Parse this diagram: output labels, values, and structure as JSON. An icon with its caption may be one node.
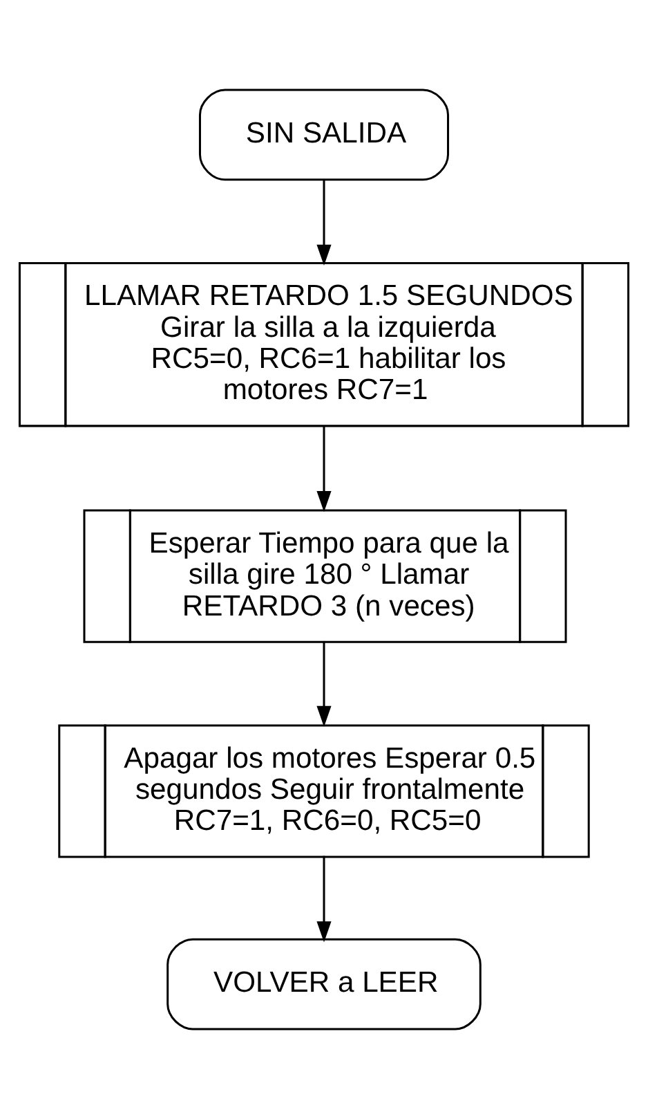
{
  "diagram": {
    "nodes": [
      {
        "text": [
          "SIN SALIDA"
        ]
      },
      {
        "text": [
          "LLAMAR RETARDO 1.5 SEGUNDOS Girar la silla a la izquierda RC5=0, RC6=1 habilitar los motores RC7=1"
        ]
      },
      {
        "text": [
          "Esperar Tiempo para que la silla gire 180 ° Llamar RETARDO 3 (n veces)"
        ]
      },
      {
        "text": [
          "Apagar los motores Esperar 0.5 segundos Seguir frontalmente RC7=1, RC6=0, RC5=0"
        ]
      },
      {
        "text": [
          "VOLVER a LEER"
        ]
      }
    ],
    "edges": [
      {
        "from": 0,
        "to": 1,
        "arrow": "to"
      },
      {
        "from": 1,
        "to": 2,
        "arrow": "to"
      },
      {
        "from": 2,
        "to": 3,
        "arrow": "to"
      },
      {
        "from": 3,
        "to": 4,
        "arrow": "to"
      }
    ]
  }
}
